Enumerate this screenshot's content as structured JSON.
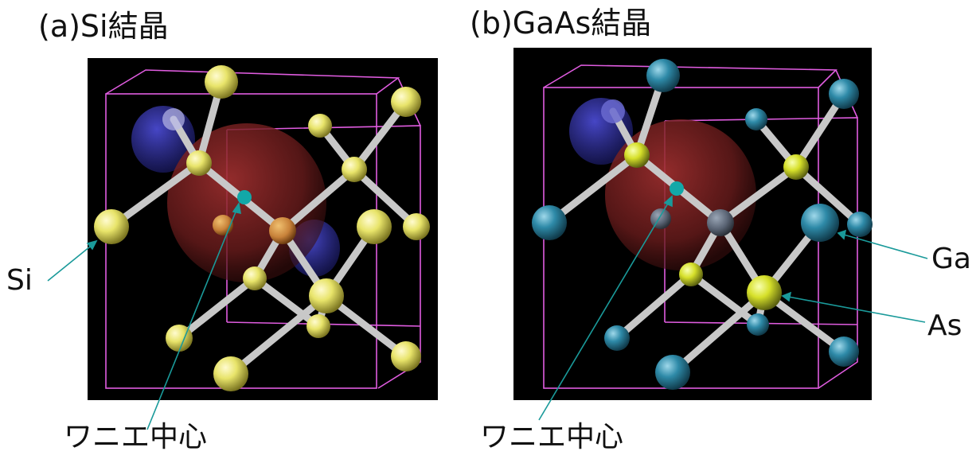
{
  "panels": [
    {
      "title": "(a)Si結晶",
      "center_label": "ワニエ中心",
      "atom_labels": [
        "Si"
      ]
    },
    {
      "title": "(b)GaAs結晶",
      "center_label": "ワニエ中心",
      "atom_labels": [
        "Ga",
        "As"
      ]
    }
  ],
  "colors": {
    "si_atom": "#e8e46a",
    "ga_atom": "#2e8aa8",
    "as_atom": "#d6e02a",
    "bond": "#c8c8c8",
    "cell_edge": "#e05ce0",
    "orbital_positive": "#7a2020",
    "orbital_negative": "#26267a",
    "wannier_center": "#12a8a8",
    "pointer": "#1a9a9a"
  }
}
